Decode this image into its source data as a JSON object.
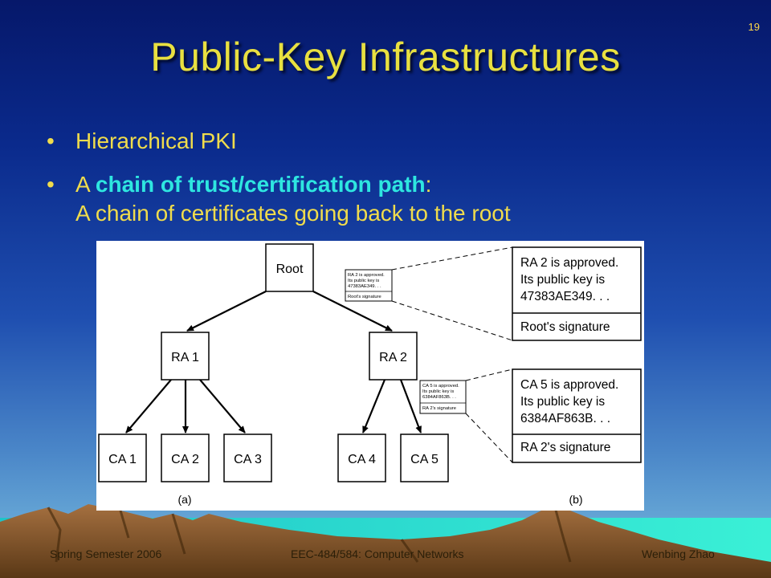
{
  "slide": {
    "page_number": "19",
    "title": "Public-Key Infrastructures",
    "bullets": [
      {
        "text": "Hierarchical PKI"
      },
      {
        "prefix": "A ",
        "highlight": "chain of trust/certification path",
        "suffix": ":",
        "line2": "A chain of certificates going back to the root"
      }
    ]
  },
  "figure": {
    "nodes": {
      "root": "Root",
      "ra1": "RA 1",
      "ra2": "RA 2",
      "ca1": "CA 1",
      "ca2": "CA 2",
      "ca3": "CA 3",
      "ca4": "CA 4",
      "ca5": "CA 5"
    },
    "small_cert_top": [
      "RA 2 is approved.",
      "Its public key is",
      "47383AE349. . .",
      "Root's signature"
    ],
    "small_cert_bottom": [
      "CA 5 is approved.",
      "Its public key is",
      "6384AF863B. . .",
      "RA 2's signature"
    ],
    "large_cert_top": [
      "RA 2 is approved.",
      "Its public key is",
      "47383AE349. . .",
      "Root's signature"
    ],
    "large_cert_bottom": [
      "CA 5 is approved.",
      "Its public key is",
      "6384AF863B. . .",
      "RA 2's signature"
    ],
    "caption_a": "(a)",
    "caption_b": "(b)"
  },
  "footer": {
    "left": "Spring Semester 2006",
    "center": "EEC-484/584: Computer Networks",
    "right": "Wenbing Zhao"
  },
  "colors": {
    "title": "#e8e040",
    "bullet_text": "#f0dc4c",
    "highlight": "#2ee6e0",
    "sea": "#2ee8d8",
    "mountains": "#8a5a2e"
  }
}
